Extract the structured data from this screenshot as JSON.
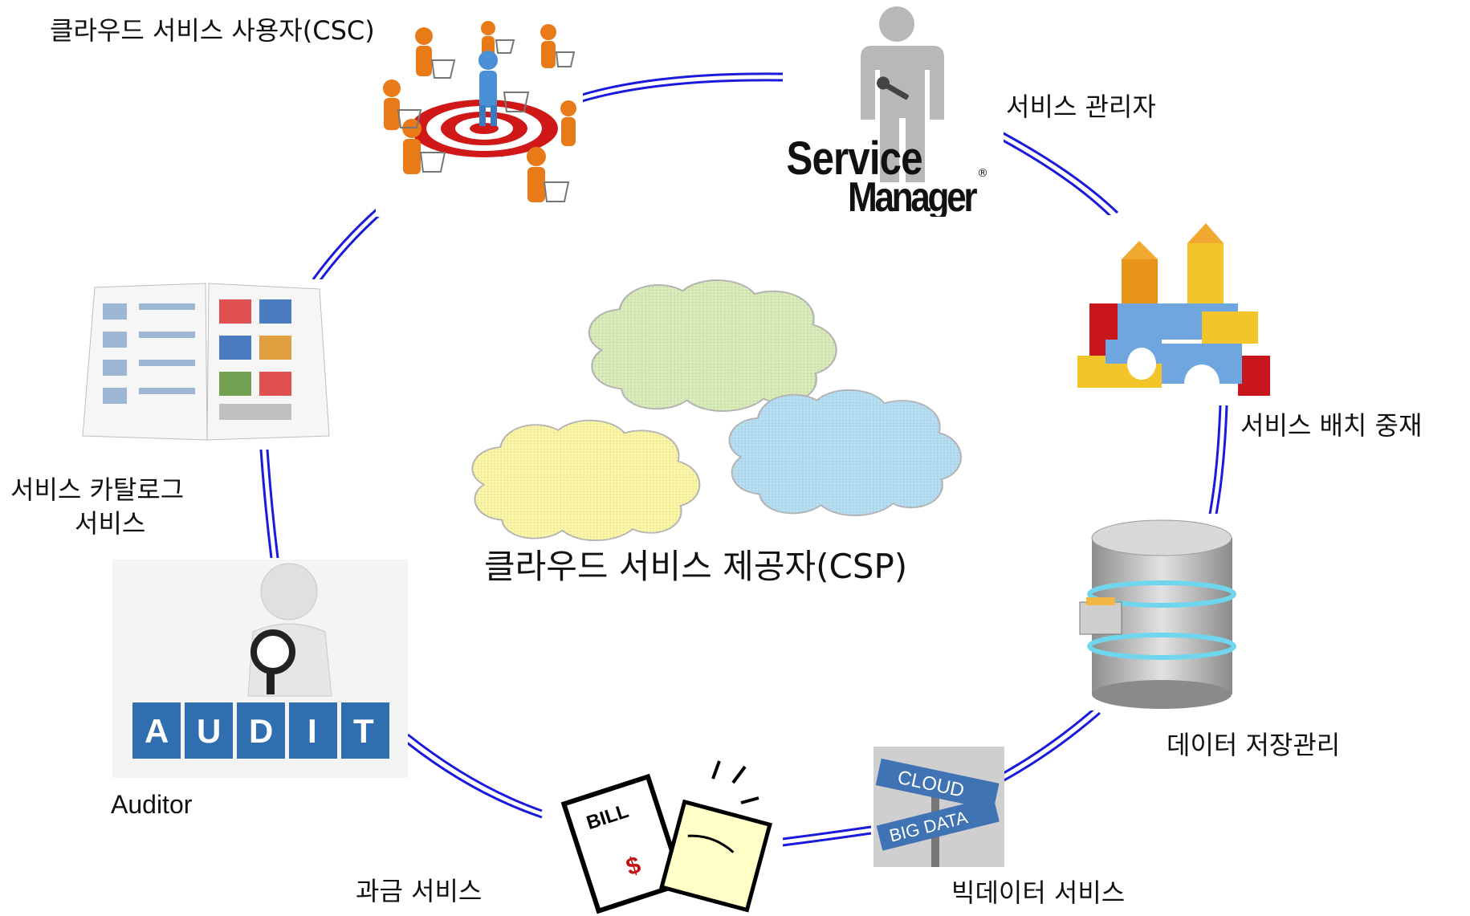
{
  "center": {
    "label": "클라우드 서비스 제공자(CSP)"
  },
  "nodes": {
    "csc": {
      "label": "클라우드 서비스 사용자(CSC)",
      "icon": "shopping-cart-target-icon"
    },
    "manager": {
      "label": "서비스 관리자",
      "icon": "service-manager-person-icon",
      "logo_line1": "Service",
      "logo_line2": "Manager",
      "logo_mark": "®"
    },
    "broker": {
      "label": "서비스 배치 중재",
      "icon": "building-blocks-icon"
    },
    "storage": {
      "label": "데이터 저장관리",
      "icon": "database-drawer-icon"
    },
    "bigdata": {
      "label": "빅데이터 서비스",
      "icon": "street-sign-icon",
      "sign_top": "CLOUD",
      "sign_bottom": "BIG DATA"
    },
    "billing": {
      "label": "과금 서비스",
      "icon": "bill-paper-icon",
      "bill_text": "BILL",
      "bill_symbol": "$"
    },
    "auditor": {
      "label": "Auditor",
      "icon": "audit-magnifier-icon",
      "blocks": [
        "A",
        "U",
        "D",
        "I",
        "T"
      ]
    },
    "catalog": {
      "label_line1": "서비스 카탈로그",
      "label_line2": "서비스",
      "icon": "catalog-book-icon"
    }
  },
  "colors": {
    "ring": "#1a1adb",
    "cloud_green": "#d9ebb8",
    "cloud_yellow": "#fbf5a6",
    "cloud_blue": "#b6def2"
  }
}
